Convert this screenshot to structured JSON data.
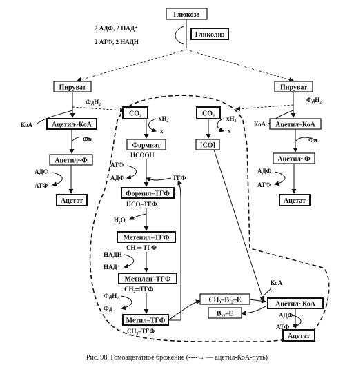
{
  "nodes": {
    "glucose": "Глюкоза",
    "glycolysis": "Гликолиз",
    "pyruvate_left": "Пируват",
    "pyruvate_right": "Пируват",
    "acetyl_coa_left": "Ацетил~КоА",
    "acetyl_p_left": "Ацетил~Ф",
    "acetate_left": "Ацетат",
    "co2_a": "CO₂",
    "co2_b": "CO₂",
    "co": "[CO]",
    "formate": "Формиат",
    "formyl_thf": "Формил–ТГФ",
    "methenyl_thf": "Метенил–ТГФ",
    "methylene_thf": "Метилен–ТГФ",
    "methyl_thf": "Метил–ТГФ",
    "ch3_b12_e": "CH₃–B₁₂–E",
    "b12_e": "B₁₂–E",
    "acetyl_coa_right": "Ацетил–КоА",
    "acetyl_p_right": "Ацетил~Ф",
    "acetate_right": "Ацетат",
    "acetyl_coa_bottom": "Ацетил~КоА",
    "acetate_bottom": "Ацетат"
  },
  "labels": {
    "adp_nad": "2 АДФ, 2 НАД⁺",
    "atp_nadh": "2 АТФ, 2 НАДН",
    "fdh2_left": "ФдН₂",
    "fdh2_right": "ФдН₂",
    "koa_left": "КоА",
    "koa_right": "КоА",
    "pn_left": "Фн",
    "pn_right": "Фн",
    "xh2_a": "xH₂",
    "x_a": "x",
    "xh2_b": "xH₂",
    "x_b": "x",
    "adp_l": "АДФ",
    "atp_l": "АТФ",
    "adp_r": "АДФ",
    "atp_r": "АТФ",
    "hcooh": "НСООН",
    "atp_f": "АТФ",
    "adp_f": "АДФ",
    "thf": "ТГФ",
    "hco_thf": "НСО–ТГФ",
    "h2o": "Н₂О",
    "ch_thf": "СН ═ ТГФ",
    "nadh": "НАДН",
    "nad": "НАД⁺",
    "ch2_thf": "СН₂═ТГФ",
    "fdh2_m": "ФдН₂",
    "fd": "Фд",
    "ch3_thf": "СН₃–ТГФ",
    "koa_b": "КоА",
    "adp_b": "АДФ",
    "atp_b": "АТФ"
  },
  "caption": "Рис. 98. Гомоацетатное брожение (----→ — ацетил-КоА-путь)"
}
